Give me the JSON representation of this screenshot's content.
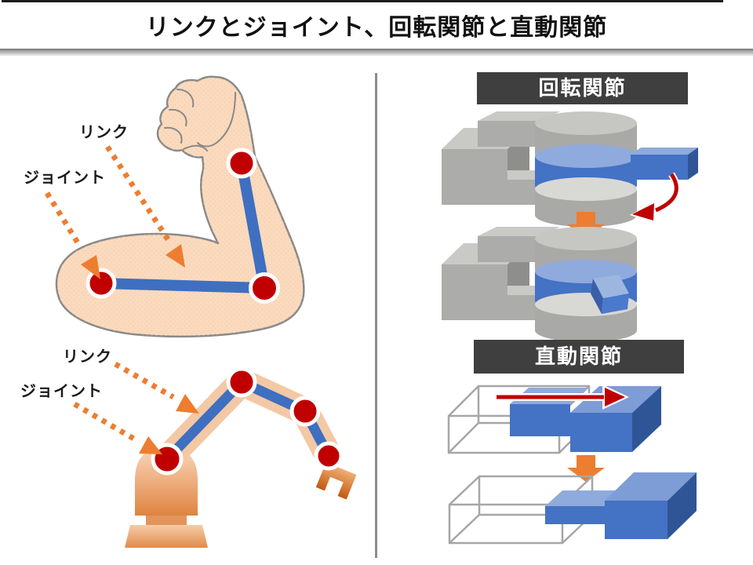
{
  "slide": {
    "title": "リンクとジョイント、回転関節と直動関節"
  },
  "left_panel": {
    "human_arm": {
      "link_label": "リンク",
      "joint_label": "ジョイント"
    },
    "robot_arm": {
      "link_label": "リンク",
      "joint_label": "ジョイント"
    }
  },
  "right_panel": {
    "rotational_section": {
      "header": "回転関節"
    },
    "prismatic_section": {
      "header": "直動関節"
    }
  },
  "colors": {
    "link_blue": "#4472C4",
    "link_blue_light": "#8FAADC",
    "link_blue_dark": "#2F5597",
    "joint_red": "#C00000",
    "arrow_orange": "#ED7D31",
    "header_bg": "#3F3F3F",
    "gray_part": "#ACACAA",
    "skin": "#FBDBBE",
    "robot_tan": "#F3C8A5"
  }
}
